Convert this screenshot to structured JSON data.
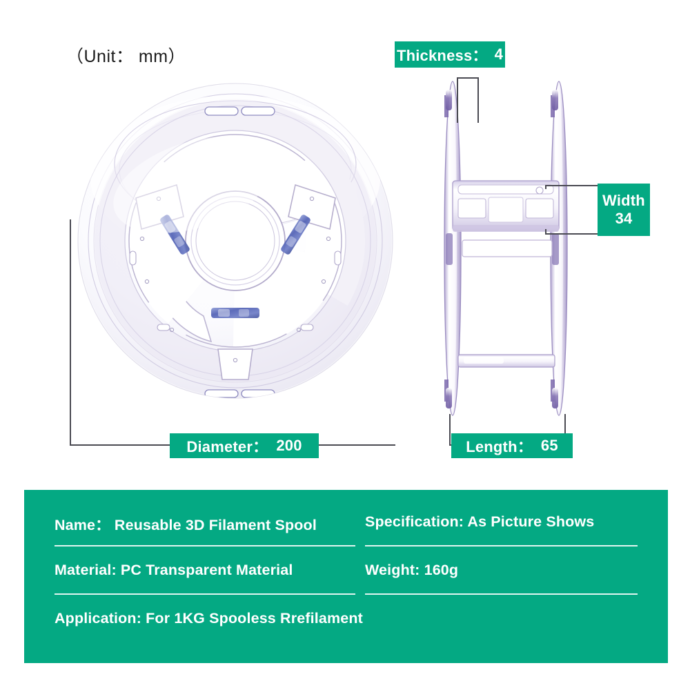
{
  "unit_note": "（Unit： mm）",
  "accent_color": "#04a983",
  "dimensions": {
    "thickness": {
      "label": "Thickness：",
      "value": "4"
    },
    "width": {
      "label": "Width",
      "value": "34"
    },
    "diameter": {
      "label": "Diameter：",
      "value": "200"
    },
    "length": {
      "label": "Length：",
      "value": "65"
    }
  },
  "views": {
    "front": {
      "name": "spool-front-view"
    },
    "side": {
      "name": "spool-side-view"
    }
  },
  "info": {
    "rows": [
      [
        {
          "text": "Name： Reusable 3D Filament Spool"
        },
        {
          "text": "Specification: As Picture Shows"
        }
      ],
      [
        {
          "text": "Material: PC Transparent Material"
        },
        {
          "text": "Weight: 160g"
        }
      ],
      [
        {
          "text": "Application: For 1KG Spooless Rrefilament"
        }
      ]
    ]
  }
}
